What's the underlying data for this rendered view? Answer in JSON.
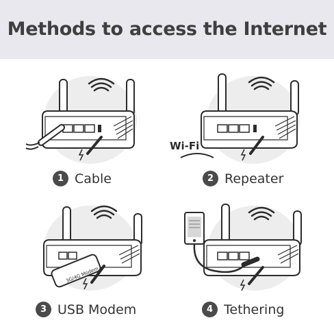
{
  "header": {
    "title": "Methods to access the Internet"
  },
  "methods": [
    {
      "number": "1",
      "label": "Cable"
    },
    {
      "number": "2",
      "label": "Repeater"
    },
    {
      "number": "3",
      "label": "USB Modem"
    },
    {
      "number": "4",
      "label": "Tethering"
    }
  ],
  "icons": {
    "wifi_word": "Wi-Fi",
    "modem_label": "3G/4G Modem"
  },
  "colors": {
    "banner_bg": "#e9e8ee",
    "text_dark": "#3f3f3f",
    "badge": "#4a4a4a",
    "outline": "#2b2b2b"
  }
}
